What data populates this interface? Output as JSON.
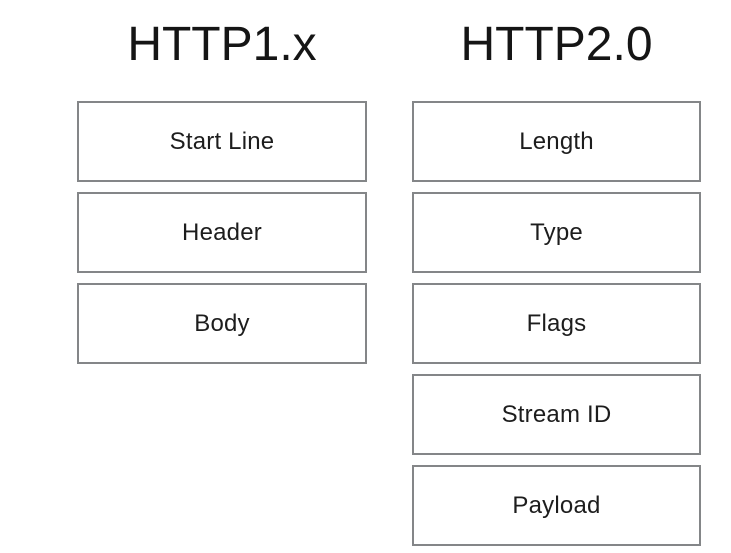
{
  "diagram": {
    "background_color": "#ffffff",
    "box_border_color": "#848688",
    "box_fill_color": "#ffffff",
    "text_color": "#1d1d1d",
    "columns": [
      {
        "id": "http1x",
        "title": "HTTP1.x",
        "fields": [
          {
            "label": "Start Line"
          },
          {
            "label": "Header"
          },
          {
            "label": "Body"
          }
        ]
      },
      {
        "id": "http2",
        "title": "HTTP2.0",
        "fields": [
          {
            "label": "Length"
          },
          {
            "label": "Type"
          },
          {
            "label": "Flags"
          },
          {
            "label": "Stream ID"
          },
          {
            "label": "Payload"
          }
        ]
      }
    ]
  }
}
